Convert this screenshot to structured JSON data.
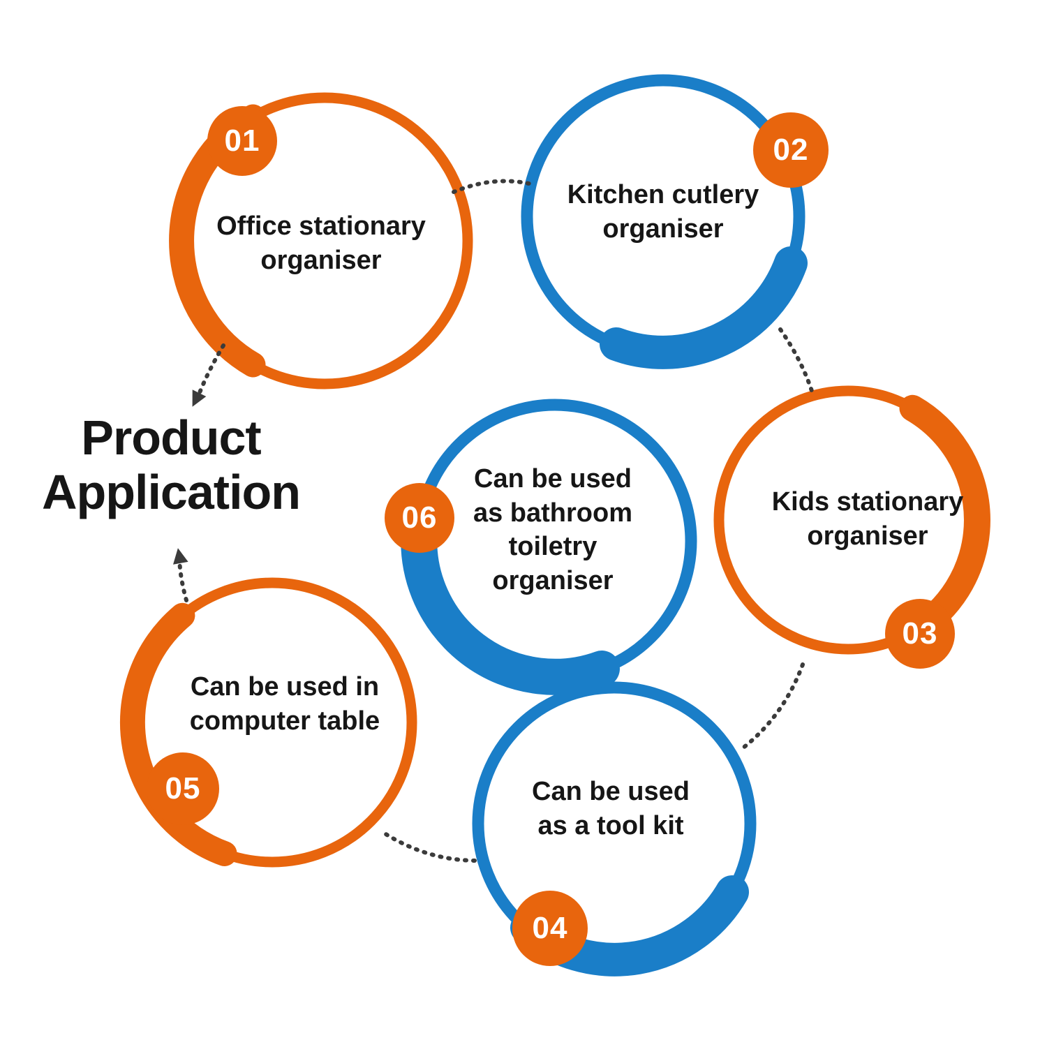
{
  "title": {
    "line1": "Product",
    "line2": "Application"
  },
  "colors": {
    "orange": "#E8650D",
    "blue": "#1A7EC8",
    "text": "#161616",
    "connector": "#3b3b3b",
    "badge_text": "#ffffff"
  },
  "nodes": [
    {
      "id": "01",
      "color": "orange",
      "label": "Office stationary organiser",
      "lines": [
        "Office stationary",
        "organiser"
      ]
    },
    {
      "id": "02",
      "color": "blue",
      "label": "Kitchen cutlery organiser",
      "lines": [
        "Kitchen cutlery",
        "organiser"
      ]
    },
    {
      "id": "03",
      "color": "orange",
      "label": "Kids stationary organiser",
      "lines": [
        "Kids stationary",
        "organiser"
      ]
    },
    {
      "id": "04",
      "color": "blue",
      "label": "Can be used as a tool kit",
      "lines": [
        "Can be used",
        "as a tool kit"
      ]
    },
    {
      "id": "05",
      "color": "orange",
      "label": "Can be used in computer table",
      "lines": [
        "Can be used in",
        "computer table"
      ]
    },
    {
      "id": "06",
      "color": "blue",
      "label": "Can be used as bathroom toiletry organiser",
      "lines": [
        "Can be used",
        "as bathroom",
        "toiletry",
        "organiser"
      ]
    }
  ]
}
